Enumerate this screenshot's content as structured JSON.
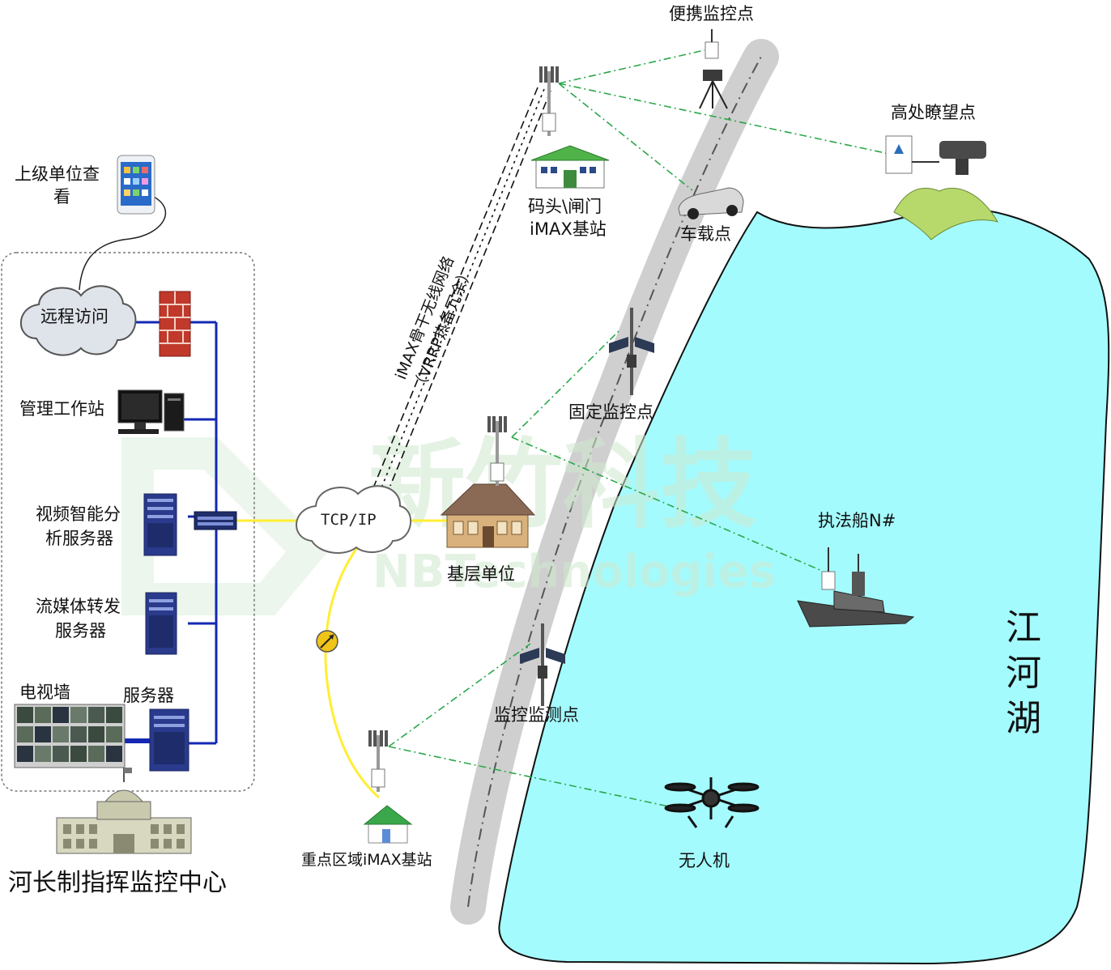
{
  "colors": {
    "lake": "#a4fbfe",
    "road": "#cfcfcf",
    "wired_blue": "#1428b4",
    "wired_yellow": "#ffee33",
    "wireless_green": "#2aa84a",
    "watermark": "#cfe9cf"
  },
  "labels": {
    "remote_viewer": [
      "上级单位查",
      "看"
    ],
    "remote_access": "远程访问",
    "workstation": "管理工作站",
    "video_ai_server": [
      "视频智能分",
      "析服务器"
    ],
    "streaming_server": [
      "流媒体转发",
      "服务器"
    ],
    "tv_wall": "电视墙",
    "server": "服务器",
    "command_center": "河长制指挥监控中心",
    "tcpip": "TCP/IP",
    "grassroots_unit": "基层单位",
    "key_area_station": "重点区域iMAX基站",
    "backbone": [
      "iMAX骨干无线网络",
      "（VRRP热备冗余）"
    ],
    "dock_station": [
      "码头\\闸门",
      "iMAX基站"
    ],
    "portable_point": "便携监控点",
    "vehicle_point": "车载点",
    "high_lookout": "高处瞭望点",
    "fixed_point": "固定监控点",
    "enforcement_ship": "执法船N#",
    "monitor_point": "监控监测点",
    "drone": "无人机",
    "lake_label": [
      "江",
      "河",
      "湖"
    ]
  },
  "watermark": {
    "main": "新竹科技",
    "sub": "NBTechnologies"
  },
  "icons": [
    "smartphone-icon",
    "cloud-icon",
    "firewall-icon",
    "desktop-pc-icon",
    "rack-server-icon",
    "network-switch-icon",
    "video-wall-icon",
    "government-building-icon",
    "antenna-tower-icon",
    "house-icon",
    "car-icon",
    "ptz-camera-icon",
    "mountain-icon",
    "solar-pole-icon",
    "warship-icon",
    "drone-icon",
    "tripod-icon",
    "fiber-converter-icon"
  ]
}
